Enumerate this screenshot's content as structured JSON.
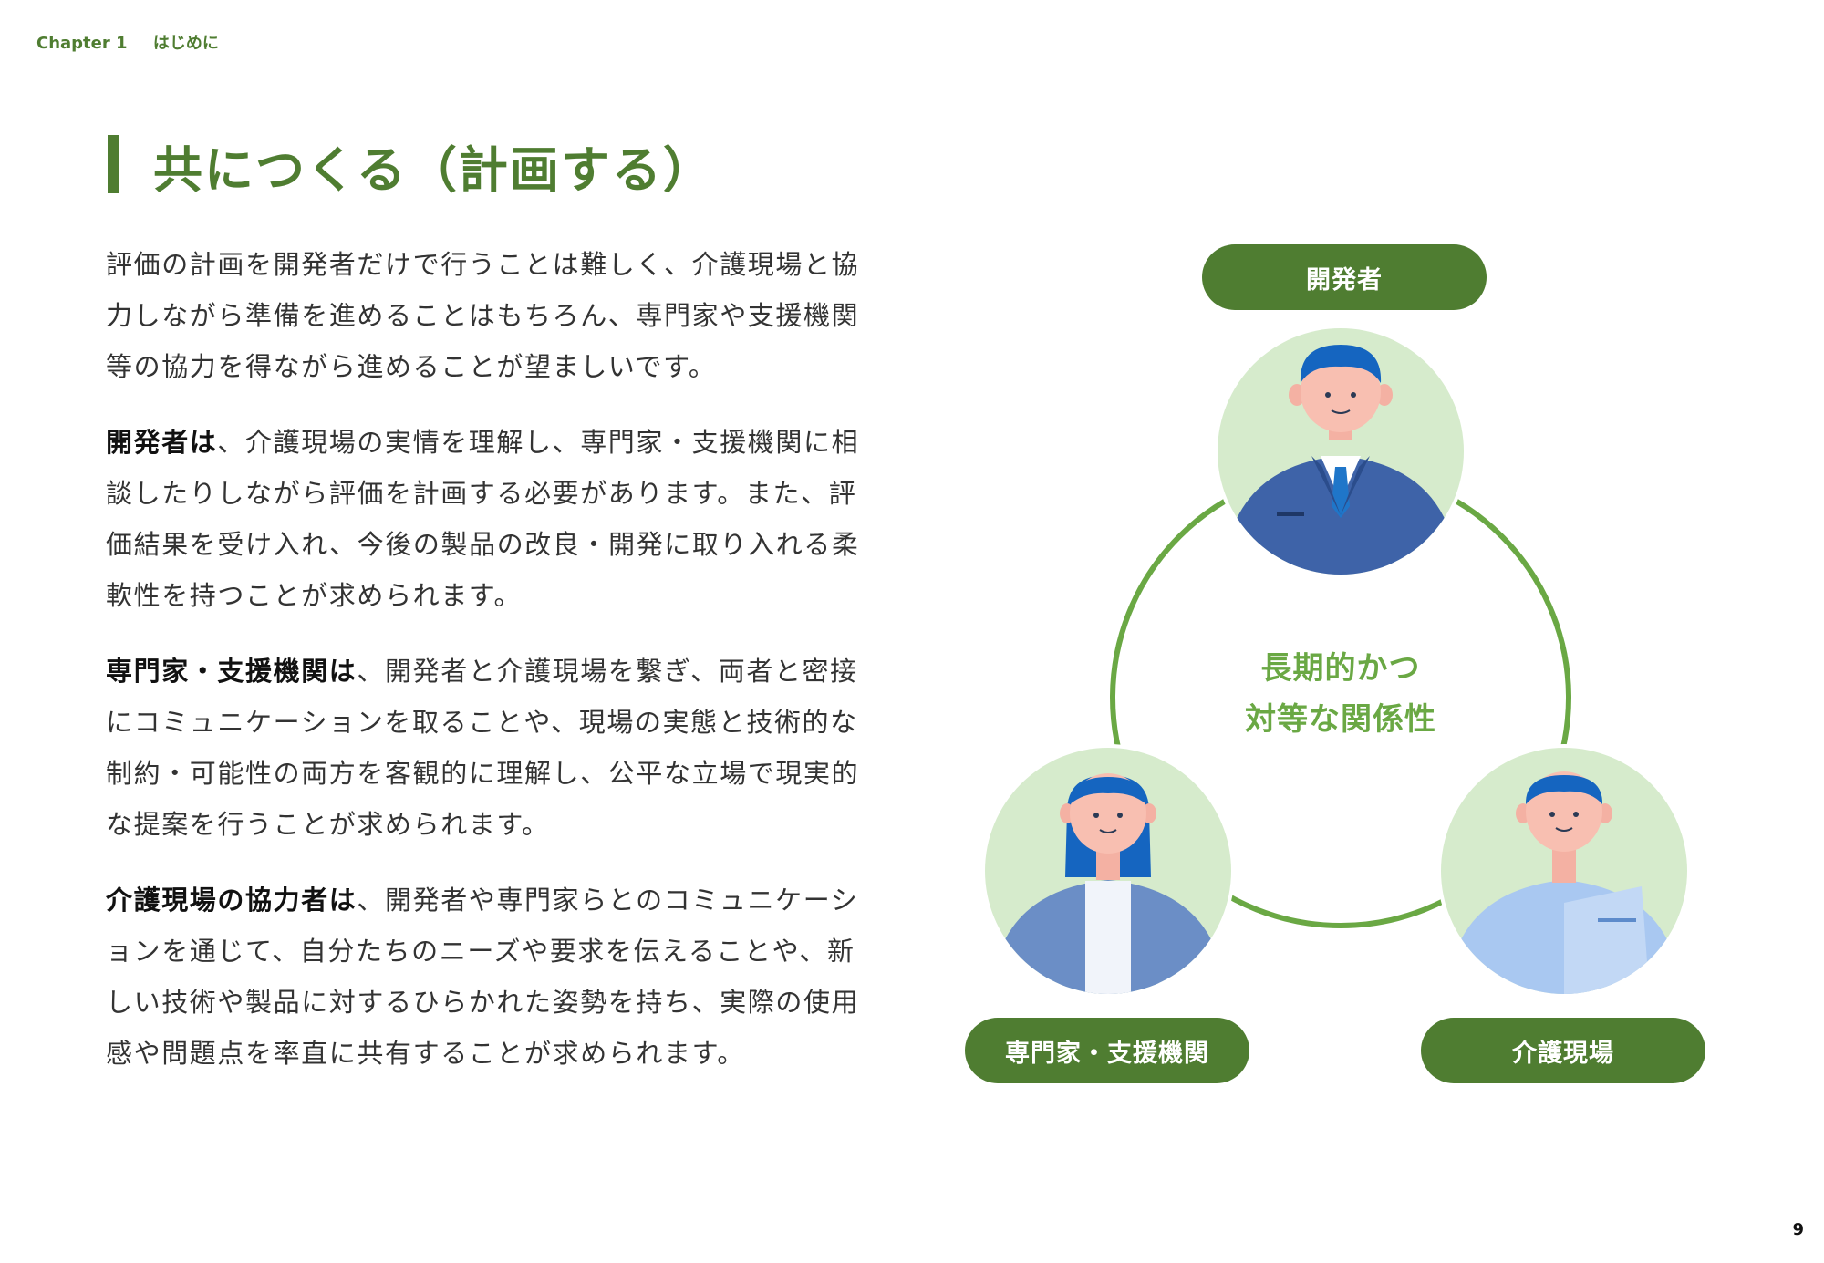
{
  "header": {
    "chapter": "Chapter 1",
    "section": "はじめに"
  },
  "title": "共につくる（計画する）",
  "paragraphs": {
    "p1": {
      "bold": "",
      "text": "評価の計画を開発者だけで行うことは難しく、介護現場と協力しながら準備を進めることはもちろん、専門家や支援機関等の協力を得ながら進めることが望ましいです。"
    },
    "p2": {
      "bold": "開発者は",
      "text": "、介護現場の実情を理解し、専門家・支援機関に相談したりしながら評価を計画する必要があります。また、評価結果を受け入れ、今後の製品の改良・開発に取り入れる柔軟性を持つことが求められます。"
    },
    "p3": {
      "bold": "専門家・支援機関は",
      "text": "、開発者と介護現場を繋ぎ、両者と密接にコミュニケーションを取ることや、現場の実態と技術的な制約・可能性の両方を客観的に理解し、公平な立場で現実的な提案を行うことが求められます。"
    },
    "p4": {
      "bold": "介護現場の協力者は",
      "text": "、開発者や専門家らとのコミュニケーションを通じて、自分たちのニーズや要求を伝えることや、新しい技術や製品に対するひらかれた姿勢を持ち、実際の使用感や問題点を率直に共有することが求められます。"
    }
  },
  "diagram": {
    "top_label": "開発者",
    "left_label": "専門家・支援機関",
    "right_label": "介護現場",
    "center_line1": "長期的かつ",
    "center_line2": "対等な関係性",
    "icons": {
      "top": "developer-person-icon",
      "left": "expert-person-icon",
      "right": "caregiver-person-icon"
    },
    "colors": {
      "accent": "#4f7d31",
      "ring": "#6aa844",
      "avatar_bg": "#d6ebcc",
      "suit": "#3e63a8"
    }
  },
  "page_number": "9"
}
